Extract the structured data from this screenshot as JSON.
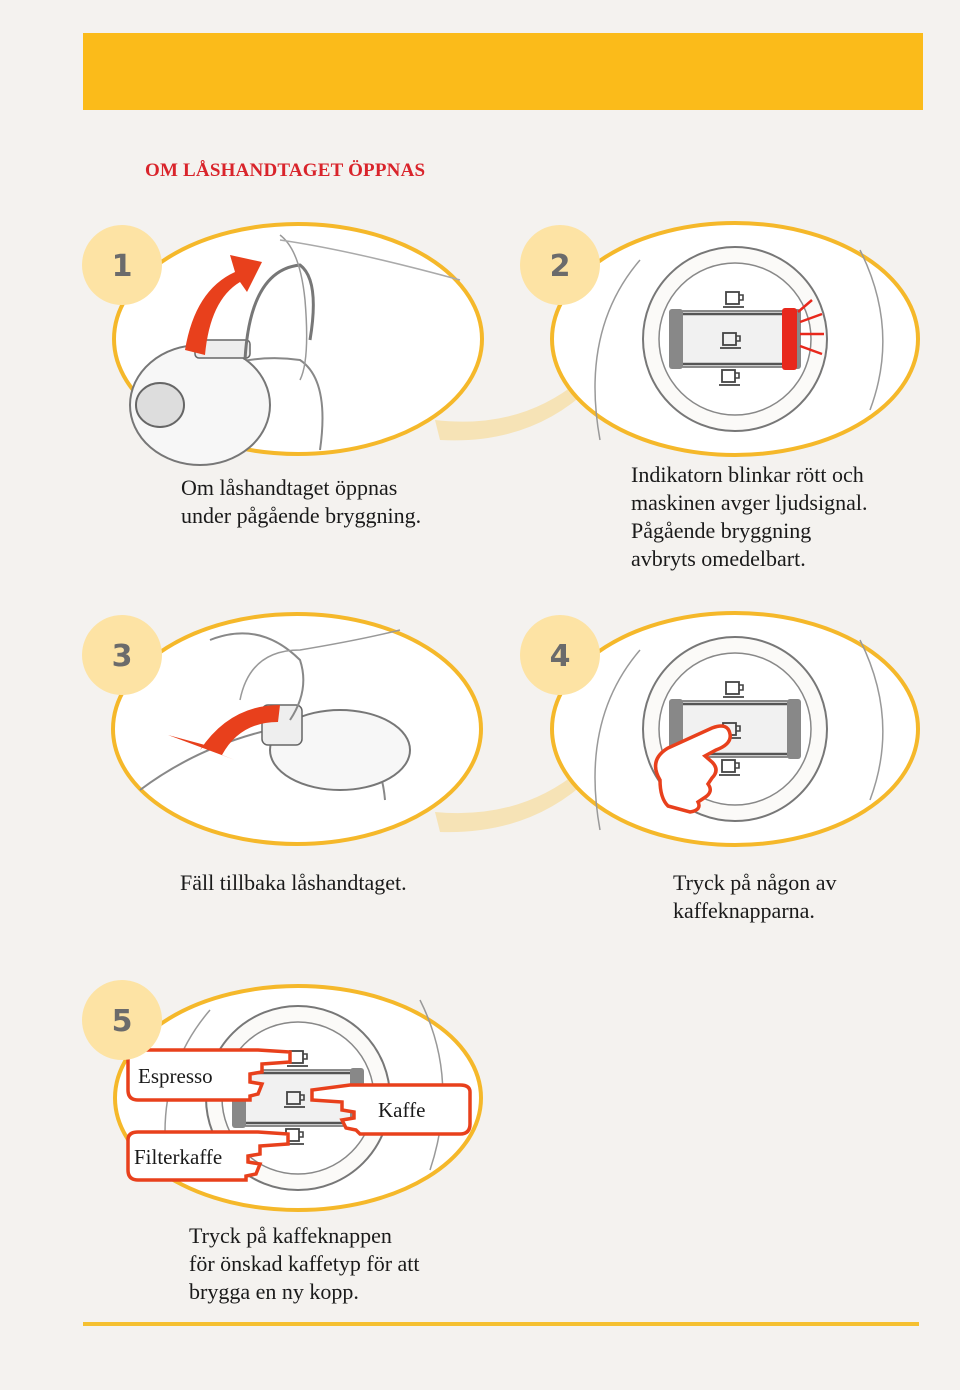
{
  "heading": "OM LÅSHANDTAGET ÖPPNAS",
  "steps": [
    {
      "number": "1",
      "caption": "Om låshandtaget öppnas\nunder pågående bryggning."
    },
    {
      "number": "2",
      "caption": "Indikatorn blinkar rött och\nmaskinen avger ljudsignal.\nPågående bryggning\navbryts omedelbart."
    },
    {
      "number": "3",
      "caption": "Fäll tillbaka låshandtaget."
    },
    {
      "number": "4",
      "caption": "Tryck på någon av\nkaffeknapparna."
    },
    {
      "number": "5",
      "caption": "Tryck på kaffeknappen\nför önskad kaffetyp för att\nbrygga en ny kopp."
    }
  ],
  "button_labels": {
    "espresso": "Espresso",
    "kaffe": "Kaffe",
    "filterkaffe": "Filterkaffe"
  },
  "colors": {
    "banner": "#fbbb1a",
    "circle_border": "#f5b82a",
    "number_badge": "#fde3a4",
    "arrow_red": "#e8401c",
    "indicator_red": "#e8281c",
    "arrow_pale": "#f6e3b6",
    "heading_red": "#d9242b"
  },
  "icons": [
    "curved-red-arrow-icon",
    "pale-arrow-icon",
    "cup-icon",
    "pointing-hand-icon"
  ]
}
